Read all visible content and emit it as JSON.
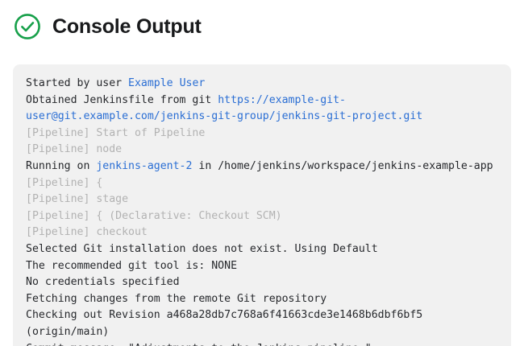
{
  "header": {
    "title": "Console Output",
    "status_icon": "check-circle-icon",
    "status_color": "#17a04a"
  },
  "theme": {
    "panel_background": "#f1f1f1",
    "text_color": "#26282c",
    "muted_color": "#b2b2b2",
    "link_color": "#2a6ed4",
    "title_color": "#191a1c"
  },
  "console": {
    "lines": [
      {
        "id": "started-by-user",
        "muted": false,
        "segments": [
          {
            "text": "Started by user ",
            "link": false
          },
          {
            "text": "Example User",
            "link": true
          }
        ]
      },
      {
        "id": "obtained-jenkinsfile",
        "muted": false,
        "segments": [
          {
            "text": "Obtained Jenkinsfile from git ",
            "link": false
          },
          {
            "text": "https://example-git-user@git.example.com/jenkins-git-group/jenkins-git-project.git",
            "link": true
          }
        ]
      },
      {
        "id": "pipeline-start-of-pipeline",
        "muted": true,
        "segments": [
          {
            "text": "[Pipeline] Start of Pipeline",
            "link": false
          }
        ]
      },
      {
        "id": "pipeline-node",
        "muted": true,
        "segments": [
          {
            "text": "[Pipeline] node",
            "link": false
          }
        ]
      },
      {
        "id": "running-on-agent",
        "muted": false,
        "segments": [
          {
            "text": "Running on ",
            "link": false
          },
          {
            "text": "jenkins-agent-2",
            "link": true
          },
          {
            "text": " in /home/jenkins/workspace/jenkins-example-app",
            "link": false
          }
        ]
      },
      {
        "id": "pipeline-open-brace",
        "muted": true,
        "segments": [
          {
            "text": "[Pipeline] {",
            "link": false
          }
        ]
      },
      {
        "id": "pipeline-stage",
        "muted": true,
        "segments": [
          {
            "text": "[Pipeline] stage",
            "link": false
          }
        ]
      },
      {
        "id": "pipeline-declarative-checkout-scm",
        "muted": true,
        "segments": [
          {
            "text": "[Pipeline] { (Declarative: Checkout SCM)",
            "link": false
          }
        ]
      },
      {
        "id": "pipeline-checkout",
        "muted": true,
        "segments": [
          {
            "text": "[Pipeline] checkout",
            "link": false
          }
        ]
      },
      {
        "id": "selected-git-installation",
        "muted": false,
        "segments": [
          {
            "text": "Selected Git installation does not exist. Using Default",
            "link": false
          }
        ]
      },
      {
        "id": "recommended-git-tool",
        "muted": false,
        "segments": [
          {
            "text": "The recommended git tool is: NONE",
            "link": false
          }
        ]
      },
      {
        "id": "no-credentials-specified",
        "muted": false,
        "segments": [
          {
            "text": "No credentials specified",
            "link": false
          }
        ]
      },
      {
        "id": "fetching-changes",
        "muted": false,
        "segments": [
          {
            "text": "Fetching changes from the remote Git repository",
            "link": false
          }
        ]
      },
      {
        "id": "checking-out-revision",
        "muted": false,
        "segments": [
          {
            "text": "Checking out Revision a468a28db7c768a6f41663cde3e1468b6dbf6bf5 (origin/main)",
            "link": false
          }
        ]
      },
      {
        "id": "commit-message",
        "muted": false,
        "segments": [
          {
            "text": "Commit message: \"Adjustments to the Jenkins pipeline.\"",
            "link": false
          }
        ]
      }
    ]
  }
}
